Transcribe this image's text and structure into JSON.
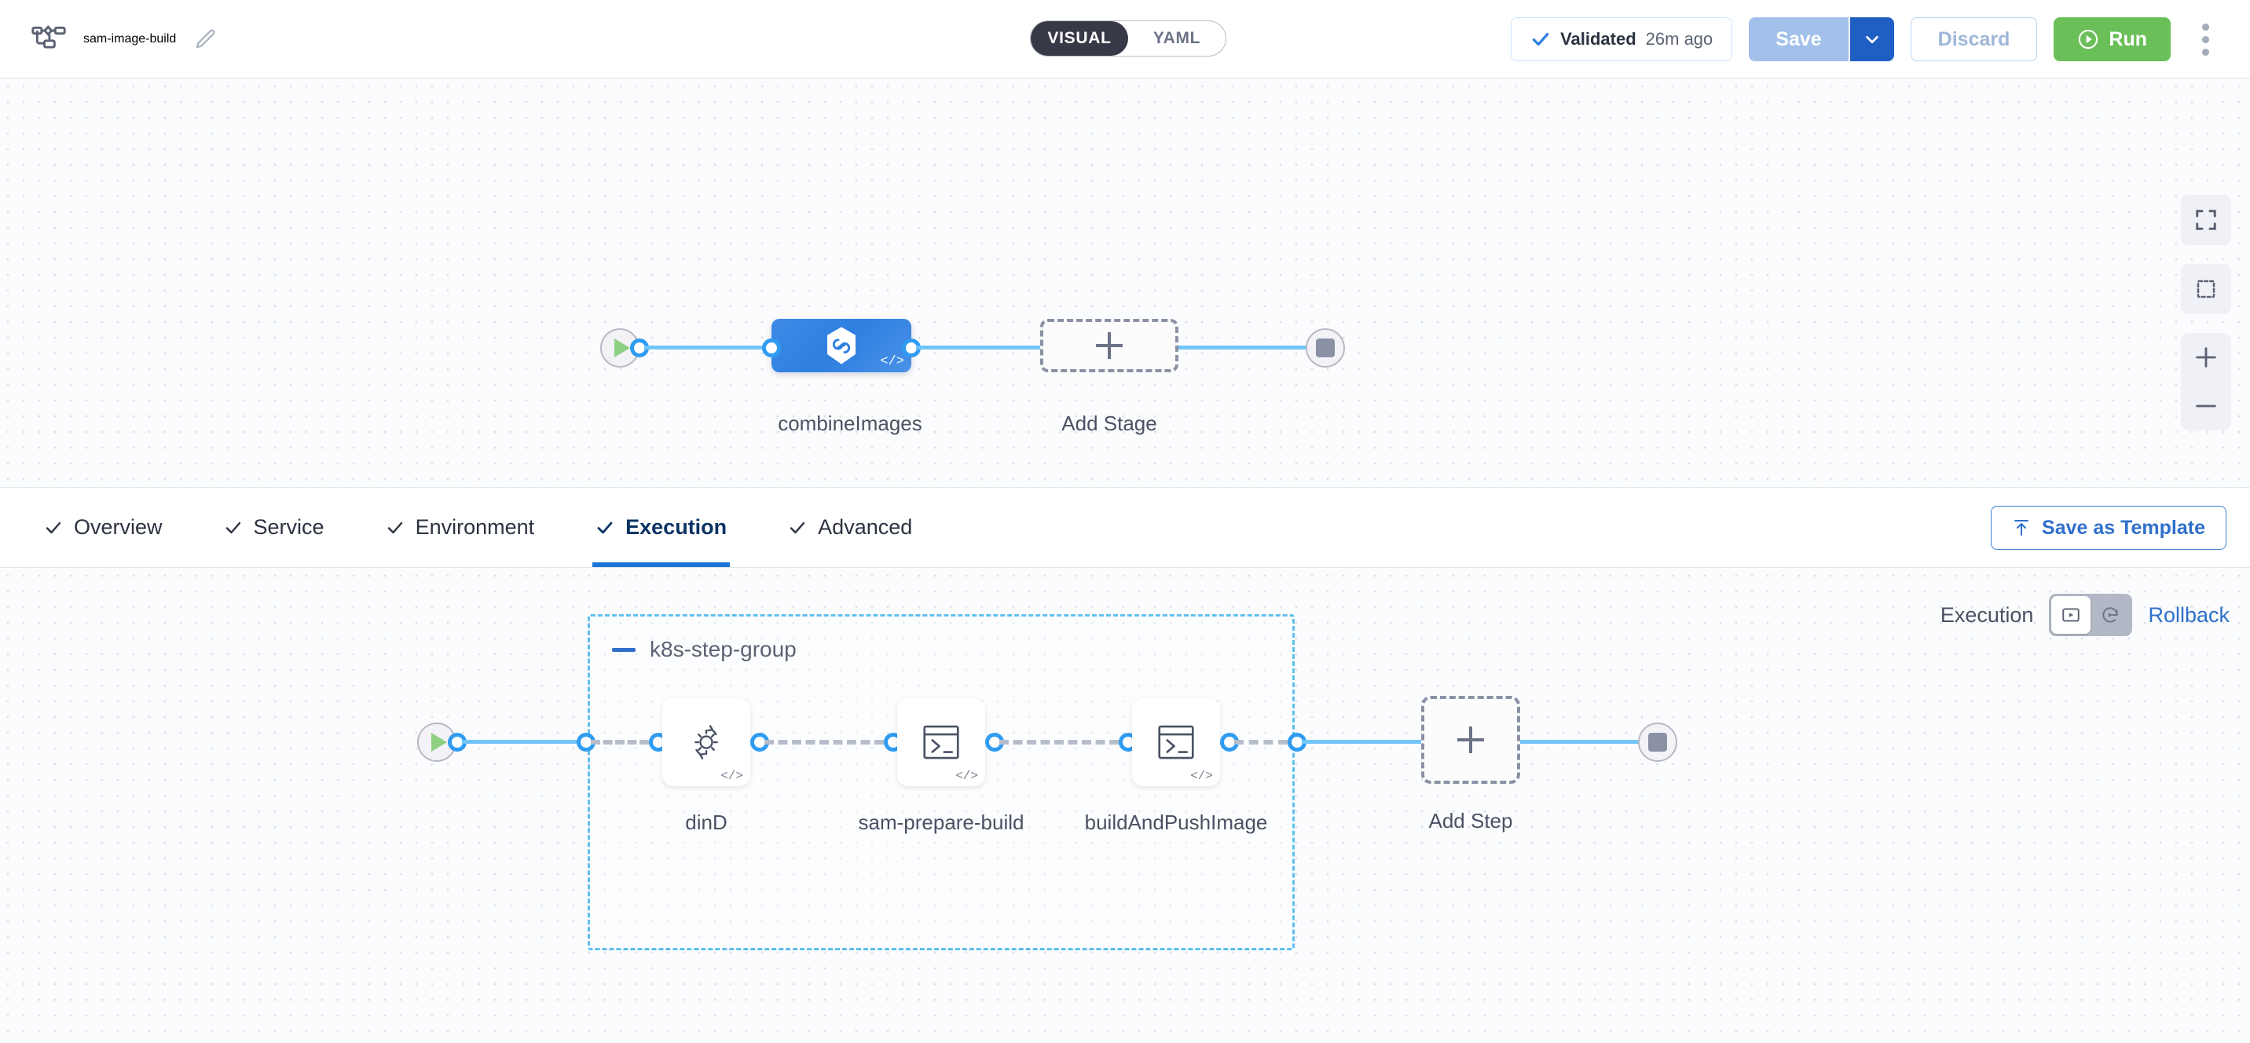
{
  "header": {
    "pipeline_icon": "pipeline-icon",
    "title": "sam-image-build",
    "edit_icon": "pencil-icon",
    "mode_toggle": {
      "options": [
        "VISUAL",
        "YAML"
      ],
      "selected": "VISUAL"
    },
    "validation": {
      "icon": "check-icon",
      "label": "Validated",
      "time": "26m ago"
    },
    "save_label": "Save",
    "save_caret_icon": "chevron-down-icon",
    "discard_label": "Discard",
    "run_label": "Run",
    "run_icon": "play-circle-icon",
    "more_icon": "kebab-menu-icon"
  },
  "canvas_controls": {
    "fit_icon": "fit-to-screen-icon",
    "select_icon": "marquee-select-icon",
    "zoom_in_icon": "plus-icon",
    "zoom_out_icon": "minus-icon"
  },
  "stage_graph": {
    "start_node": "start-node",
    "end_node": "end-node",
    "stages": [
      {
        "name": "combineImages",
        "icon": "harness-cd-hexagon-icon",
        "code_badge": "</>"
      }
    ],
    "add_stage_label": "Add Stage"
  },
  "tabs": {
    "items": [
      {
        "label": "Overview",
        "checked": true,
        "active": false
      },
      {
        "label": "Service",
        "checked": true,
        "active": false
      },
      {
        "label": "Environment",
        "checked": true,
        "active": false
      },
      {
        "label": "Execution",
        "checked": true,
        "active": true
      },
      {
        "label": "Advanced",
        "checked": true,
        "active": false
      }
    ],
    "save_as_template": "Save as Template",
    "save_as_template_icon": "upload-template-icon"
  },
  "execution_panel": {
    "execution_label": "Execution",
    "rollback_label": "Rollback",
    "execution_icon": "execution-view-icon",
    "rollback_icon": "rollback-view-icon",
    "selected": "Execution"
  },
  "step_graph": {
    "start_node": "start-node",
    "end_node": "end-node",
    "group": {
      "name": "k8s-step-group",
      "collapse_icon": "collapse-minus-icon",
      "steps": [
        {
          "name": "dinD",
          "icon": "gear-rotate-icon",
          "code_badge": "</>"
        },
        {
          "name": "sam-prepare-build",
          "icon": "terminal-icon",
          "code_badge": "</>"
        },
        {
          "name": "buildAndPushImage",
          "icon": "terminal-icon",
          "code_badge": "</>"
        }
      ]
    },
    "add_step_label": "Add Step"
  },
  "colors": {
    "accent_blue": "#2f6fcb",
    "link_blue": "#72c5f8",
    "port_blue": "#2f9cf1",
    "run_green": "#6bbf59",
    "group_border": "#5ec0ef",
    "stage_blue": "#2f7fe0"
  }
}
